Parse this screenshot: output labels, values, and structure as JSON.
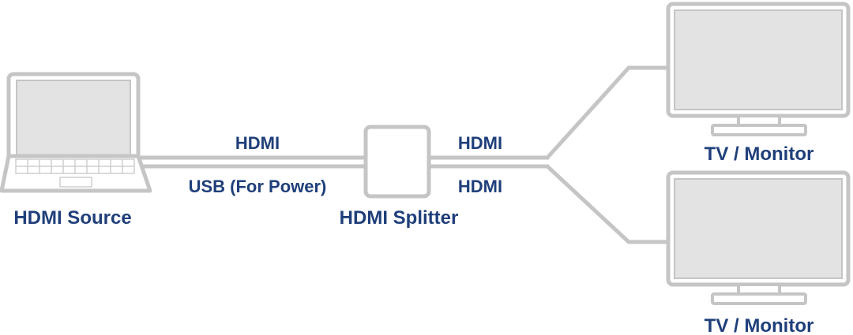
{
  "devices": {
    "source": {
      "label": "HDMI Source",
      "icon": "laptop-icon"
    },
    "splitter": {
      "label": "HDMI Splitter",
      "icon": "splitter-box-icon"
    },
    "monitor_top": {
      "label": "TV / Monitor",
      "icon": "monitor-icon"
    },
    "monitor_bottom": {
      "label": "TV / Monitor",
      "icon": "monitor-icon"
    }
  },
  "cables": {
    "source_hdmi": "HDMI",
    "source_usb": "USB (For Power)",
    "out_top": "HDMI",
    "out_bottom": "HDMI"
  },
  "colors": {
    "label": "#1f3f7a",
    "device_outline": "#c5c5c5",
    "screen_fill": "#e3e3e3",
    "background": "#ffffff"
  }
}
